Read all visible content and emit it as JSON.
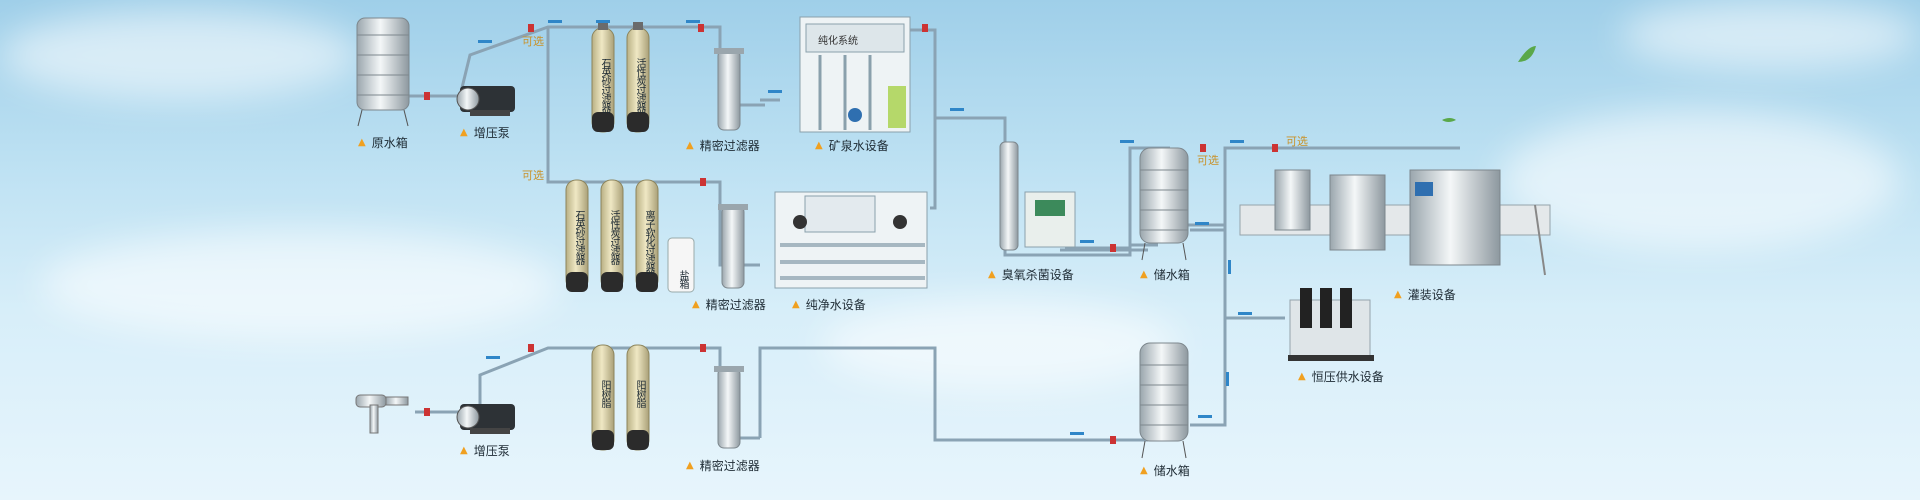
{
  "labels": {
    "raw_tank": "原水箱",
    "pump_top": "增压泵",
    "precision_filter_top": "精密过滤器",
    "mineral_water": "矿泉水设备",
    "precision_filter_mid": "精密过滤器",
    "pure_water": "纯净水设备",
    "ozone": "臭氧杀菌设备",
    "storage_top": "储水箱",
    "filling": "灌装设备",
    "const_pressure": "恒压供水设备",
    "pump_bottom": "增压泵",
    "precision_filter_bottom": "精密过滤器",
    "storage_bottom": "储水箱"
  },
  "optional_label": "可选",
  "vessel_labels": {
    "quartz": "石英砂过滤器",
    "carbon": "活性炭过滤器",
    "softener": "离子软化过滤器",
    "salt": "盐箱",
    "resin": "阳树脂"
  },
  "panel_text": "纯化系统",
  "colors": {
    "pipe": "#8aa3b4",
    "arrow": "#2f86c8",
    "triangle": "#f0a020",
    "optional": "#c8922a",
    "vessel": "#d9d1a0",
    "valve": "#cc3333"
  }
}
